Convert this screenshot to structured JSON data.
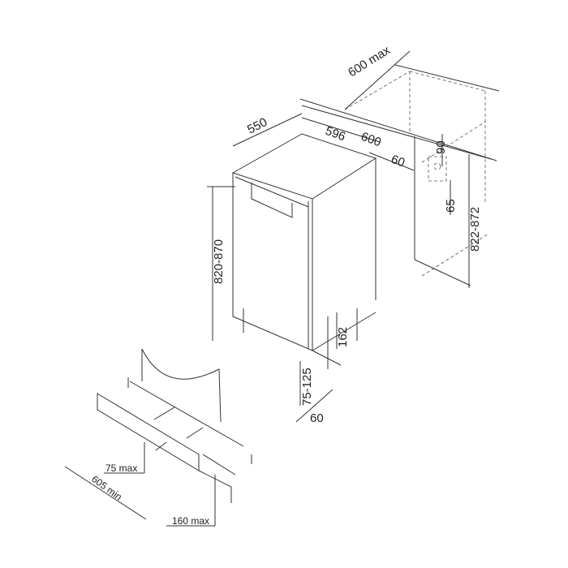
{
  "dimensions": {
    "depth_550": "550",
    "width_596": "596",
    "niche_width_600": "600",
    "niche_depth_max": "600 max",
    "vent_60_top": "60",
    "vent_90": "90",
    "vent_65": "65",
    "niche_height": "822-872",
    "appliance_height": "820-870",
    "plinth_162": "162",
    "plinth_height": "75-125",
    "plinth_depth_60": "60",
    "cutout_75_max": "75 max",
    "plinth_605_min": "605 min",
    "plinth_160_max": "160 max"
  }
}
